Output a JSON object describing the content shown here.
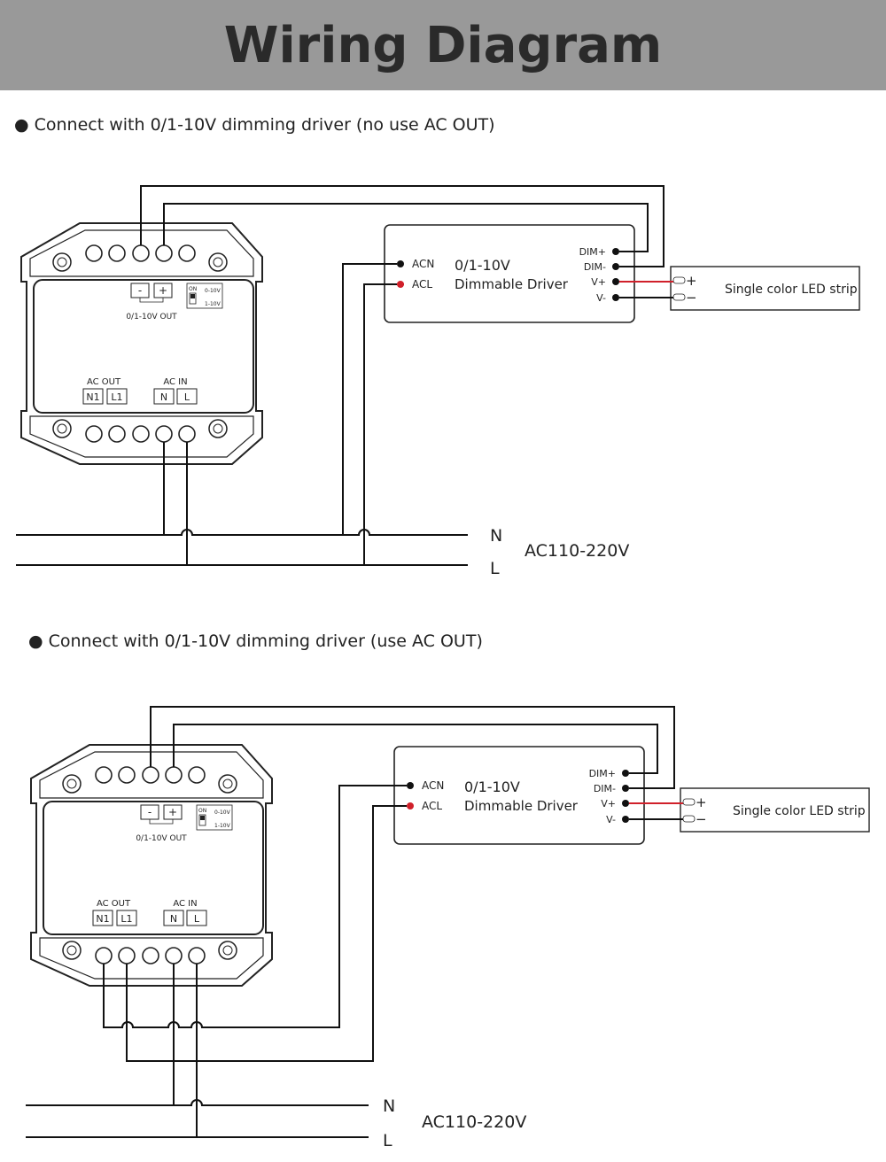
{
  "header": {
    "title": "Wiring Diagram"
  },
  "sections": [
    {
      "caption": "● Connect with 0/1-10V dimming driver (no use AC OUT)",
      "controller": {
        "minus": "-",
        "plus": "+",
        "out_label": "0/1-10V OUT",
        "switch_on": "ON",
        "switch_a": "0-10V",
        "switch_b": "1-10V",
        "ac_out_label": "AC OUT",
        "ac_out_n": "N1",
        "ac_out_l": "L1",
        "ac_in_label": "AC IN",
        "ac_in_n": "N",
        "ac_in_l": "L"
      },
      "driver": {
        "acn": "ACN",
        "acl": "ACL",
        "title1": "0/1-10V",
        "title2": "Dimmable Driver",
        "dim_plus": "DIM+",
        "dim_minus": "DIM-",
        "v_plus": "V+",
        "v_minus": "V-"
      },
      "strip": {
        "label": "Single color LED strip",
        "plus": "+",
        "minus": "−"
      },
      "mains": {
        "n": "N",
        "l": "L",
        "voltage": "AC110-220V"
      }
    },
    {
      "caption": "● Connect with 0/1-10V dimming driver (use AC OUT)",
      "controller": {
        "minus": "-",
        "plus": "+",
        "out_label": "0/1-10V OUT",
        "switch_on": "ON",
        "switch_a": "0-10V",
        "switch_b": "1-10V",
        "ac_out_label": "AC OUT",
        "ac_out_n": "N1",
        "ac_out_l": "L1",
        "ac_in_label": "AC IN",
        "ac_in_n": "N",
        "ac_in_l": "L"
      },
      "driver": {
        "acn": "ACN",
        "acl": "ACL",
        "title1": "0/1-10V",
        "title2": "Dimmable Driver",
        "dim_plus": "DIM+",
        "dim_minus": "DIM-",
        "v_plus": "V+",
        "v_minus": "V-"
      },
      "strip": {
        "label": "Single color LED strip",
        "plus": "+",
        "minus": "−"
      },
      "mains": {
        "n": "N",
        "l": "L",
        "voltage": "AC110-220V"
      }
    }
  ],
  "colors": {
    "wire": "#111111",
    "red_wire": "#d0202a",
    "header_bg": "#999999"
  }
}
